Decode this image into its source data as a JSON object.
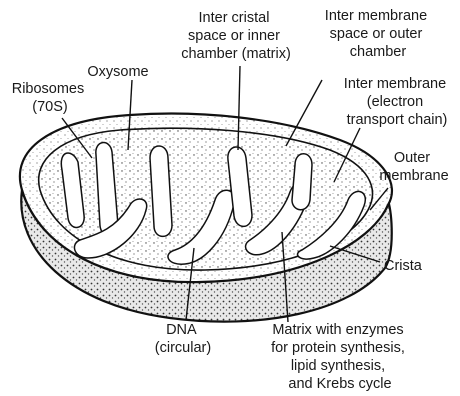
{
  "labels": {
    "inter_cristal": [
      "Inter cristal",
      "space or inner",
      "chamber (matrix)"
    ],
    "inter_membrane_space": [
      "Inter membrane",
      "space or outer",
      "chamber"
    ],
    "oxysome": [
      "Oxysome"
    ],
    "ribosomes": [
      "Ribosomes",
      "(70S)"
    ],
    "inter_membrane_etc": [
      "Inter membrane",
      "(electron",
      "transport chain)"
    ],
    "outer_membrane": [
      "Outer",
      "membrane"
    ],
    "crista": [
      "Crista"
    ],
    "dna": [
      "DNA",
      "(circular)"
    ],
    "matrix": [
      "Matrix with enzymes",
      "for protein synthesis,",
      "lipid synthesis,",
      "and Krebs cycle"
    ]
  }
}
